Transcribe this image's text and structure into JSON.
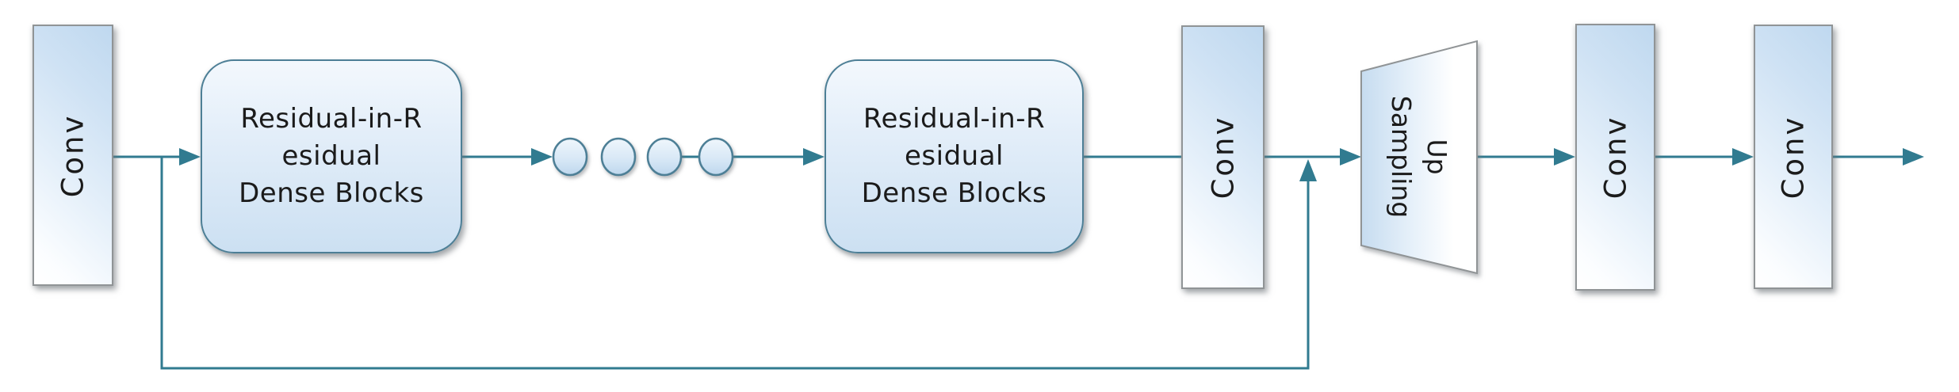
{
  "colors": {
    "background": "#ffffff",
    "connector": "#317b90",
    "teal_border": "#4d7f96",
    "gray_border": "#909496",
    "fill_light_blue": "#c9def1",
    "text": "#1b1b1b"
  },
  "nodes": {
    "conv1": {
      "label": "Conv"
    },
    "rrdb1": {
      "label": "Residual-in-R\nesidual\nDense Blocks"
    },
    "rrdb2": {
      "label": "Residual-in-R\nesidual\nDense Blocks"
    },
    "conv2": {
      "label": "Conv"
    },
    "upsampling": {
      "label": "Up\nSampling"
    },
    "conv3": {
      "label": "Conv"
    },
    "conv4": {
      "label": "Conv"
    },
    "ellipsis_count": "4"
  }
}
